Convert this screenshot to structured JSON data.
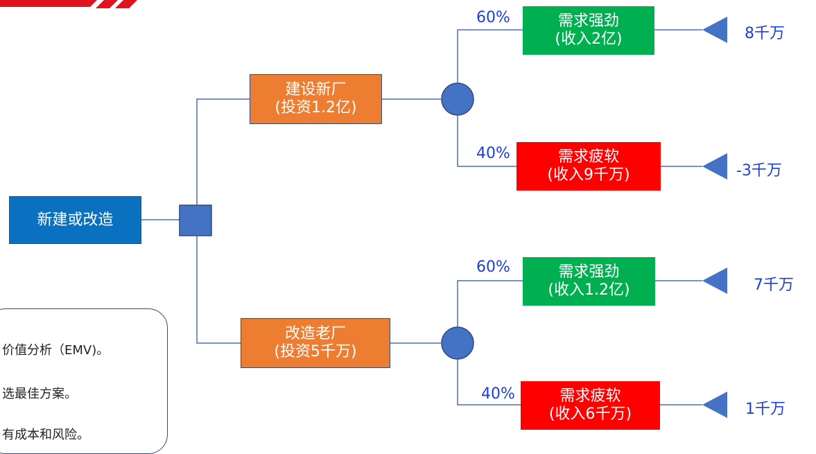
{
  "root": {
    "label": "新建或改造"
  },
  "options": [
    {
      "line1": "建设新厂",
      "line2": "(投资1.2亿)"
    },
    {
      "line1": "改造老厂",
      "line2": "(投资5千万)"
    }
  ],
  "outcomes": [
    {
      "prob": "60%",
      "line1": "需求强劲",
      "line2": "(收入2亿)",
      "payoff": "8千万",
      "color": "#00b050"
    },
    {
      "prob": "40%",
      "line1": "需求疲软",
      "line2": "(收入9千万)",
      "payoff": "-3千万",
      "color": "#ff0000"
    },
    {
      "prob": "60%",
      "line1": "需求强劲",
      "line2": "(收入1.2亿)",
      "payoff": "7千万",
      "color": "#00b050"
    },
    {
      "prob": "40%",
      "line1": "需求疲软",
      "line2": "(收入6千万)",
      "payoff": "1千万",
      "color": "#ff0000"
    }
  ],
  "notes": [
    "价值分析（EMV)。",
    "选最佳方案。",
    "有成本和风险。"
  ],
  "colors": {
    "connector": "#4a6fb0",
    "decision_node": "#4472c4",
    "chance_node": "#4472c4",
    "end_node": "#4472c4",
    "probability_text": "#1c3fd6",
    "banner": "#e0141f"
  }
}
